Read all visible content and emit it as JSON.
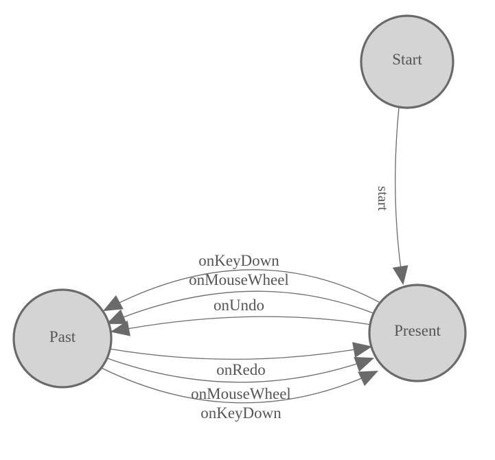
{
  "diagram": {
    "kind": "state-machine-diagram",
    "nodes": [
      {
        "id": "start",
        "label": "Start"
      },
      {
        "id": "past",
        "label": "Past"
      },
      {
        "id": "present",
        "label": "Present"
      }
    ],
    "edges": [
      {
        "from": "Start",
        "to": "Present",
        "label": "start"
      },
      {
        "from": "Present",
        "to": "Past",
        "label": "onKeyDown"
      },
      {
        "from": "Present",
        "to": "Past",
        "label": "onMouseWheel"
      },
      {
        "from": "Present",
        "to": "Past",
        "label": "onUndo"
      },
      {
        "from": "Past",
        "to": "Present",
        "label": "onRedo"
      },
      {
        "from": "Past",
        "to": "Present",
        "label": "onMouseWheel"
      },
      {
        "from": "Past",
        "to": "Present",
        "label": "onKeyDown"
      }
    ],
    "colors": {
      "background": "#ffffff",
      "node_fill": "#d4d4d4",
      "node_border": "#6a6a6a",
      "edge_stroke": "#6a6a6a",
      "arrowhead_fill": "#6a6a6a",
      "label_text": "#555555"
    }
  }
}
